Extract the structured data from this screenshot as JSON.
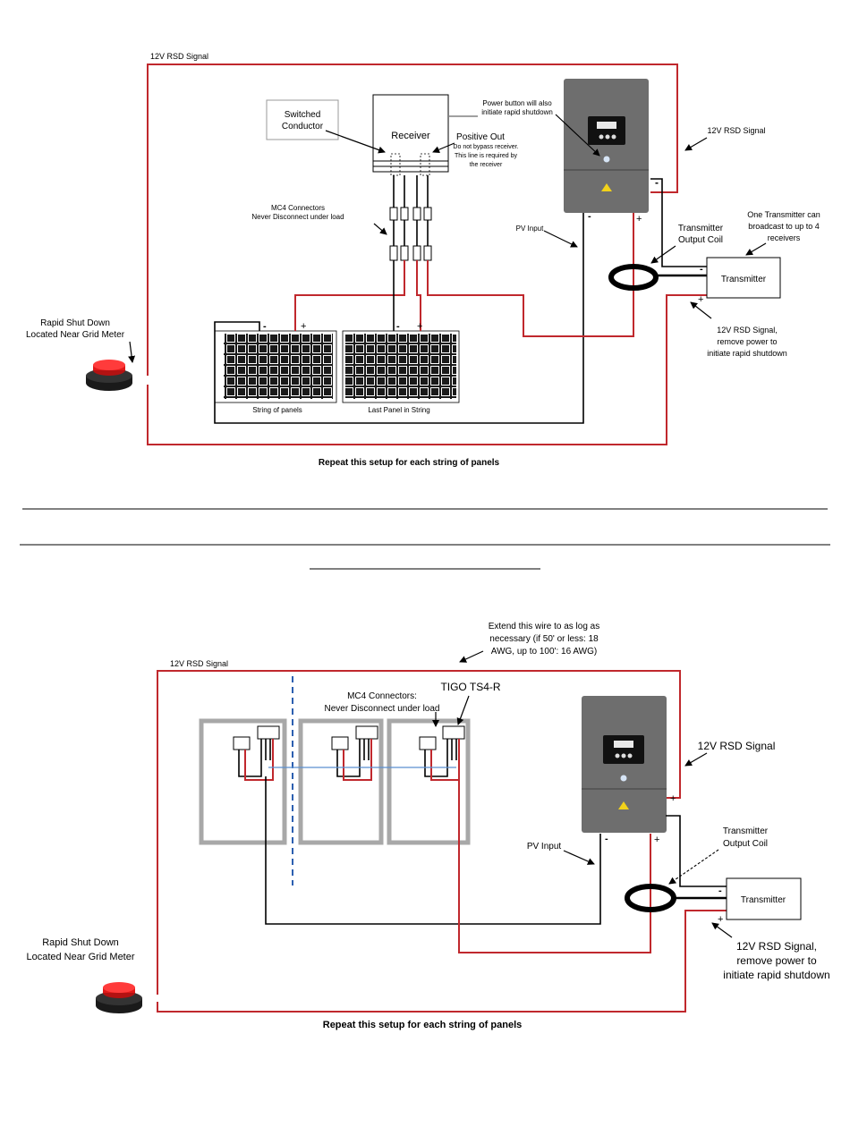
{
  "top": {
    "rsd_signal_top": "12V RSD Signal",
    "switched_conductor": [
      "Switched",
      "Conductor"
    ],
    "receiver": "Receiver",
    "positive_out": "Positive Out",
    "bypass_note": [
      "Do not bypass receiver.",
      "This line is required by",
      "the receiver"
    ],
    "power_button_note": [
      "Power button will also",
      "initiate rapid shutdown"
    ],
    "rsd_signal_right": "12V RSD Signal",
    "mc4_note": [
      "MC4 Connectors",
      "Never Disconnect under load"
    ],
    "pv_input": "PV Input",
    "transmitter_coil": [
      "Transmitter",
      "Output Coil"
    ],
    "one_transmitter": [
      "One Transmitter can",
      "broadcast to up to 4",
      "receivers"
    ],
    "transmitter": "Transmitter",
    "rsd_signal_remove": [
      "12V RSD Signal,",
      "remove power to",
      "initiate rapid shutdown"
    ],
    "rapid_shutdown": [
      "Rapid Shut Down",
      "Located Near Grid Meter"
    ],
    "string_of_panels": "String of panels",
    "last_panel": "Last Panel in String",
    "repeat": "Repeat this setup for each string of panels",
    "minus": "-",
    "plus": "+"
  },
  "bottom": {
    "extend_note": [
      "Extend this wire to as log as",
      "necessary (if 50' or less: 18",
      "AWG, up to  100': 16 AWG)"
    ],
    "rsd_signal_top": "12V RSD Signal",
    "mc4_note": [
      "MC4 Connectors:",
      "Never Disconnect under load"
    ],
    "tigo": "TIGO TS4-R",
    "rsd_signal_right": "12V RSD Signal",
    "pv_input": "PV Input",
    "transmitter_coil": [
      "Transmitter",
      "Output Coil"
    ],
    "transmitter": "Transmitter",
    "rsd_signal_remove": [
      "12V RSD Signal,",
      "remove power to",
      "initiate rapid shutdown"
    ],
    "rapid_shutdown": [
      "Rapid Shut Down",
      "Located Near Grid Meter"
    ],
    "repeat": "Repeat this setup for each string of panels",
    "minus": "-",
    "plus": "+"
  },
  "colors": {
    "red_wire": "#c0282d",
    "black_wire": "#000000",
    "inverter_body": "#6e6e6e",
    "panel_cell": "#1a1a1a",
    "blue_dash": "#2c5fb0",
    "button_red": "#e01818"
  }
}
